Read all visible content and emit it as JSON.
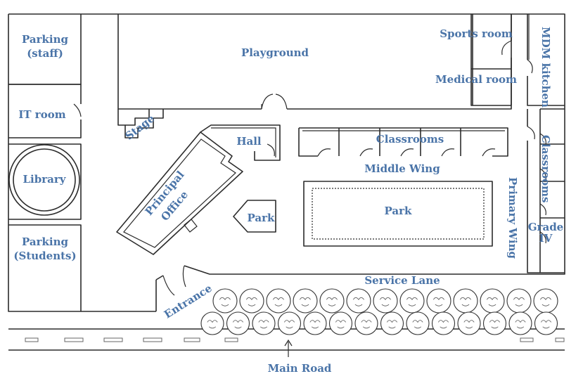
{
  "label_color": "#4a74a8",
  "labels": {
    "parking_staff_1": "Parking",
    "parking_staff_2": "(staff)",
    "playground": "Playground",
    "sports_room": "Sports room",
    "mdm_kitchen": "MDM kitchen",
    "medical_room": "Medical room",
    "it_room": "IT room",
    "stage": "Stage",
    "hall": "Hall",
    "classrooms_middle": "Classrooms",
    "classrooms_primary": "Classrooms",
    "library": "Library",
    "principal_1": "Principal",
    "principal_2": "Office",
    "middle_wing": "Middle Wing",
    "park_small": "Park",
    "park_large": "Park",
    "primary_wing": "Primary Wing",
    "grade_iv_1": "Grade",
    "grade_iv_2": "IV",
    "parking_students_1": "Parking",
    "parking_students_2": "(Students)",
    "service_lane": "Service Lane",
    "entrance": "Entrance",
    "main_road": "Main Road"
  }
}
